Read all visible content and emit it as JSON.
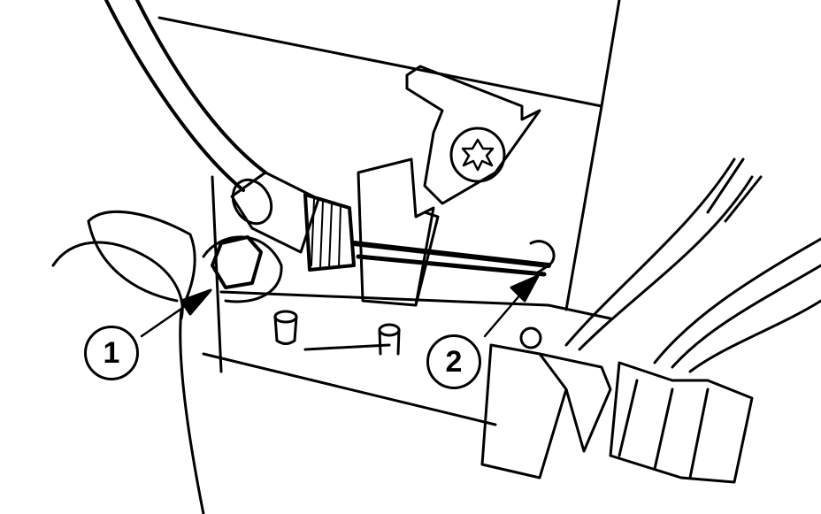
{
  "diagram": {
    "description": "Technical line drawing showing cable fitting with bolt and clip",
    "callouts": [
      {
        "label": "1",
        "target": "hex bolt"
      },
      {
        "label": "2",
        "target": "retaining clip"
      }
    ],
    "colors": {
      "line": "#000000",
      "background": "#ffffff"
    }
  }
}
